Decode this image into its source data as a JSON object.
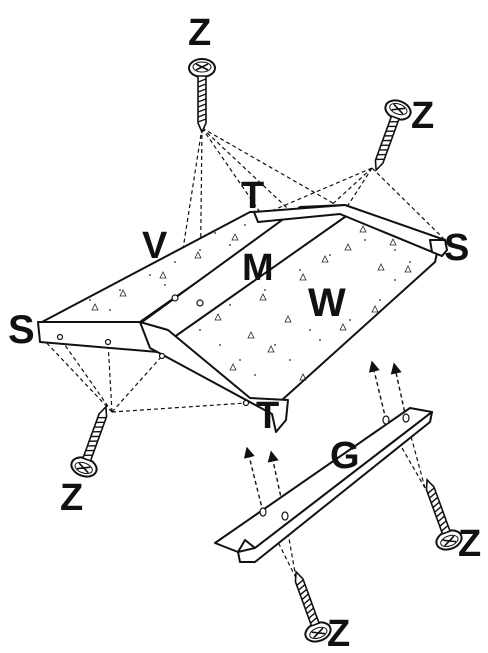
{
  "labels": {
    "z_top": "Z",
    "z_top_right": "Z",
    "z_left": "Z",
    "z_bottom_right": "Z",
    "z_bottom": "Z",
    "t_top": "T",
    "t_bottom": "T",
    "v": "V",
    "m": "M",
    "w": "W",
    "s_left": "S",
    "s_right": "S",
    "g": "G"
  },
  "colors": {
    "ink": "#111111",
    "paper": "#ffffff"
  },
  "icons": [
    "screw-icon"
  ]
}
